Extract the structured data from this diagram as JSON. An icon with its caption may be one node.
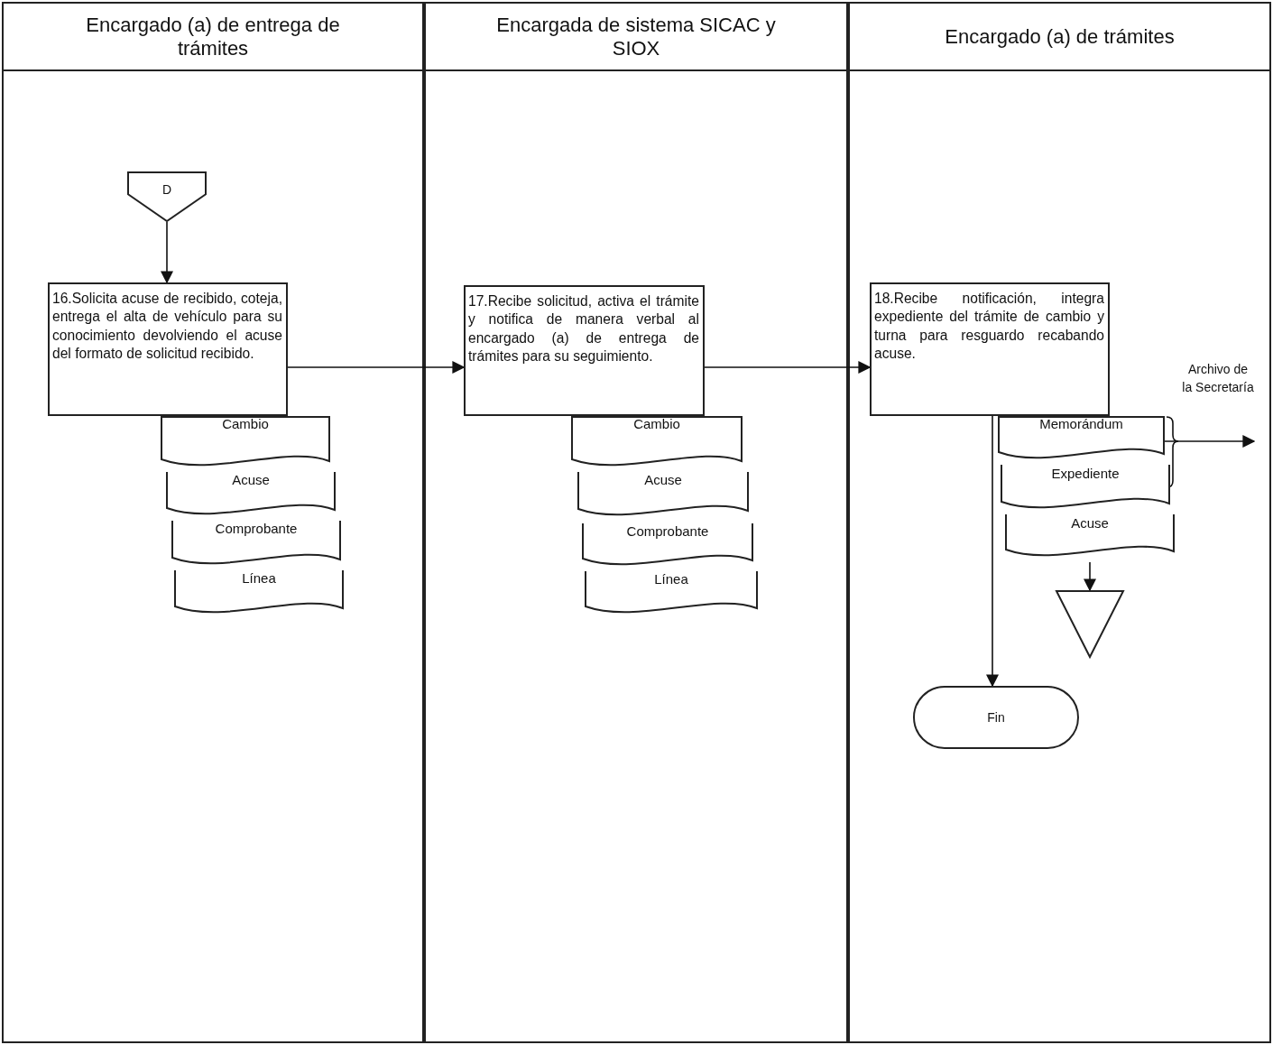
{
  "diagram": {
    "nodes": [
      {
        "text": [
          "Encargado (a) de entrega de trámites"
        ]
      },
      {
        "text": [
          "Encargada de sistema SICAC y SIOX"
        ]
      },
      {
        "text": [
          "Encargado (a) de trámites"
        ]
      },
      {
        "text": [
          "D"
        ],
        "in": 0
      },
      {
        "text": [
          "16.Solicita acuse de recibido, coteja, entrega el alta de vehículo para su conocimiento devolviendo el acuse del formato de solicitud recibido."
        ],
        "in": 0
      },
      {
        "text": [
          "Cambio"
        ],
        "in": 0
      },
      {
        "text": [
          "Acuse"
        ],
        "in": 0
      },
      {
        "text": [
          "Comprobante"
        ],
        "in": 0
      },
      {
        "text": [
          "Línea"
        ],
        "in": 0
      },
      {
        "text": [
          "17.Recibe solicitud, activa el trámite y notifica de manera verbal al encargado (a) de entrega de trámites para su seguimiento."
        ],
        "in": 1
      },
      {
        "text": [
          "Cambio"
        ],
        "in": 1
      },
      {
        "text": [
          "Acuse"
        ],
        "in": 1
      },
      {
        "text": [
          "Comprobante"
        ],
        "in": 1
      },
      {
        "text": [
          "Línea"
        ],
        "in": 1
      },
      {
        "text": [
          "18.Recibe notificación, integra expediente del trámite de cambio y turna para resguardo recabando acuse."
        ],
        "in": 2
      },
      {
        "text": [
          "Memorándum"
        ],
        "in": 2
      },
      {
        "text": [
          "Expediente"
        ],
        "in": 2
      },
      {
        "text": [
          "Acuse"
        ],
        "in": 2
      },
      {
        "text": [],
        "shape": "triangle",
        "in": 2
      },
      {
        "text": [
          "Fin"
        ],
        "in": 2
      }
    ],
    "edges": [
      {
        "from": 3,
        "to": 4,
        "arrow": "to"
      },
      {
        "from": 4,
        "to": 9,
        "arrow": "to"
      },
      {
        "from": 9,
        "to": 14,
        "arrow": "to"
      },
      {
        "from": 14,
        "to": 19,
        "arrow": "to"
      },
      {
        "from": 17,
        "to": 18,
        "arrow": "to"
      },
      {
        "from": 15,
        "to": null,
        "arrow": "to",
        "label": "Archivo de la Secretaría"
      }
    ]
  }
}
